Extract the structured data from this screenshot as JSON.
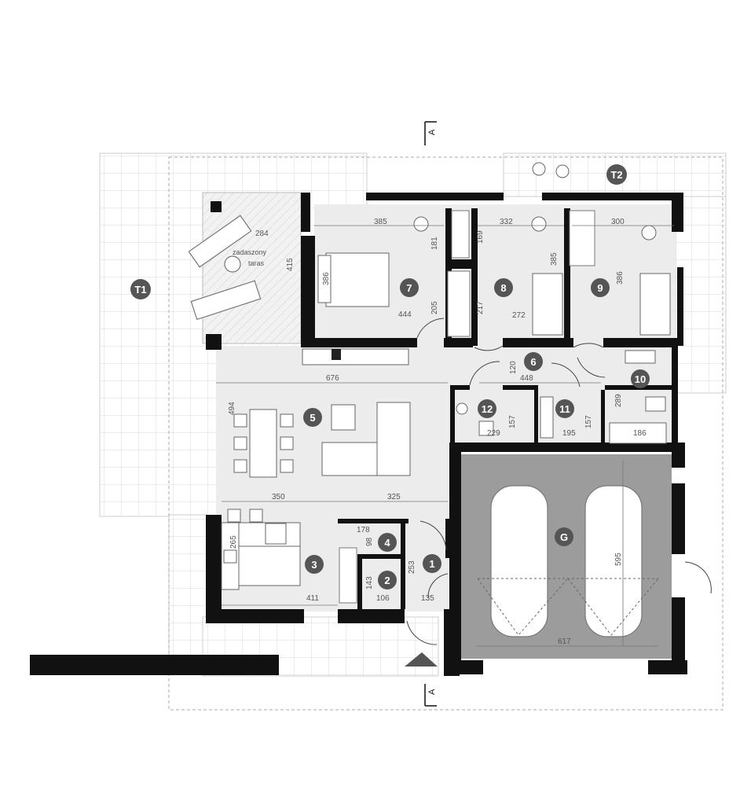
{
  "section_marker": "A",
  "terrace_label": "zadaszony taras",
  "terrace_label_line1": "zadaszony",
  "terrace_label_line2": "taras",
  "rooms": {
    "r1": "1",
    "r2": "2",
    "r3": "3",
    "r4": "4",
    "r5": "5",
    "r6": "6",
    "r7": "7",
    "r8": "8",
    "r9": "9",
    "r10": "10",
    "r11": "11",
    "r12": "12",
    "rG": "G",
    "rT1": "T1",
    "rT2": "T2"
  },
  "dimensions": {
    "d385": "385",
    "d332": "332",
    "d300": "300",
    "d284": "284",
    "d415": "415",
    "d181": "181",
    "d169": "169",
    "d385b": "385",
    "d386a": "386",
    "d386b": "386",
    "d205": "205",
    "d217": "217",
    "d444": "444",
    "d272": "272",
    "d676": "676",
    "d120": "120",
    "d448": "448",
    "d289": "289",
    "d494": "494",
    "d229": "229",
    "d157a": "157",
    "d195": "195",
    "d157b": "157",
    "d186": "186",
    "d350": "350",
    "d325": "325",
    "d178": "178",
    "d98": "98",
    "d253": "253",
    "d143": "143",
    "d265": "265",
    "d411": "411",
    "d106": "106",
    "d135": "135",
    "d595": "595",
    "d617": "617"
  },
  "colors": {
    "wall": "#111111",
    "floor": "#ebebeb",
    "garage": "#9c9c9c",
    "badge": "#555555",
    "grid": "#d6d6d6"
  }
}
